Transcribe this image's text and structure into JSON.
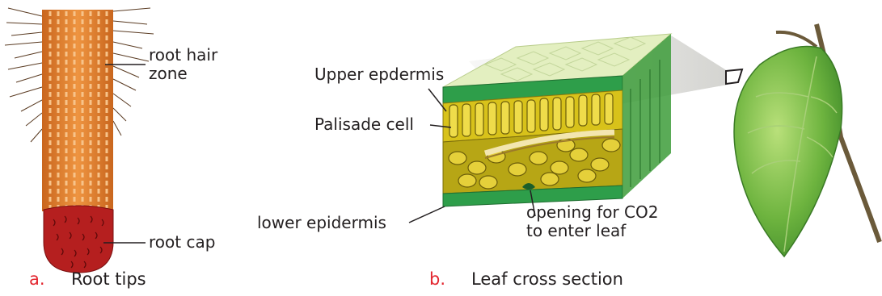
{
  "root": {
    "labels": {
      "root_hair_zone": "root hair\nzone",
      "root_cap": "root cap"
    },
    "caption": {
      "letter": "a.",
      "text": "Root tips"
    }
  },
  "leaf": {
    "labels": {
      "upper_epidermis": "Upper epdermis",
      "palisade_cell": "Palisade cell",
      "lower_epidermis": "lower epidermis",
      "opening": "opening for CO2\nto enter leaf"
    },
    "caption": {
      "letter": "b.",
      "text": "Leaf cross section"
    }
  },
  "colors": {
    "root_body": "#e8862e",
    "root_stripe": "#f6b46a",
    "root_cap": "#b51f1f",
    "epidermis": "#2e9e4a",
    "palisade": "#d8c21a",
    "leaf_green": "#7cc04b",
    "caption_letter": "#e3262f"
  }
}
